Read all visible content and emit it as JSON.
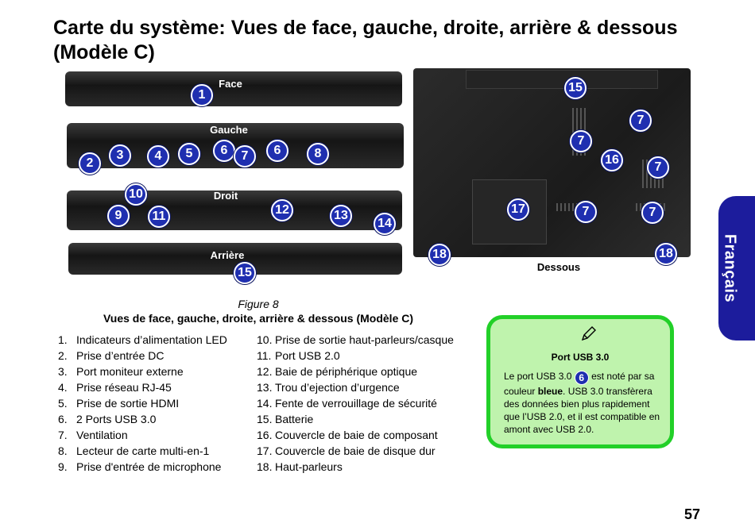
{
  "title": "Carte du système: Vues de face, gauche, droite, arrière & dessous (Modèle C)",
  "views": {
    "face": "Face",
    "gauche": "Gauche",
    "droit": "Droit",
    "arriere": "Arrière",
    "dessous": "Dessous"
  },
  "callouts": {
    "face": [
      "1"
    ],
    "gauche": [
      "2",
      "3",
      "4",
      "5",
      "6",
      "7",
      "6",
      "8"
    ],
    "droit": [
      "10",
      "9",
      "11",
      "12",
      "13",
      "14"
    ],
    "arriere": [
      "15"
    ],
    "dessous": [
      "15",
      "7",
      "7",
      "16",
      "7",
      "17",
      "7",
      "7",
      "18",
      "18"
    ]
  },
  "figure": {
    "number": "Figure 8",
    "caption": "Vues de face, gauche, droite, arrière & dessous (Modèle C)"
  },
  "legend_left": [
    {
      "num": "1.",
      "label": "Indicateurs d’alimentation LED"
    },
    {
      "num": "2.",
      "label": "Prise d’entrée DC"
    },
    {
      "num": "3.",
      "label": "Port moniteur externe"
    },
    {
      "num": "4.",
      "label": "Prise réseau RJ-45"
    },
    {
      "num": "5.",
      "label": "Prise de sortie HDMI"
    },
    {
      "num": "6.",
      "label": "2 Ports USB 3.0"
    },
    {
      "num": "7.",
      "label": "Ventilation"
    },
    {
      "num": "8.",
      "label": "Lecteur de carte multi-en-1"
    },
    {
      "num": "9.",
      "label": "Prise d'entrée de microphone"
    }
  ],
  "legend_right": [
    {
      "num": "10.",
      "label": "Prise de sortie haut-parleurs/casque"
    },
    {
      "num": "11.",
      "label": "Port USB 2.0"
    },
    {
      "num": "12.",
      "label": "Baie de périphérique optique"
    },
    {
      "num": "13.",
      "label": "Trou d’ejection d’urgence"
    },
    {
      "num": "14.",
      "label": "Fente de verrouillage de sécurité"
    },
    {
      "num": "15.",
      "label": "Batterie"
    },
    {
      "num": "16.",
      "label": "Couvercle de baie de composant"
    },
    {
      "num": "17.",
      "label": "Couvercle de baie de disque dur"
    },
    {
      "num": "18.",
      "label": "Haut-parleurs"
    }
  ],
  "note": {
    "heading": "Port USB 3.0",
    "text_before": "Le port USB 3.0",
    "badge": "6",
    "text_middle": "est noté par sa couleur",
    "bold_word": "bleue",
    "text_after": ". USB 3.0 transfèrera des données bien plus rapidement que l’USB 2.0, et il est compatible en amont avec USB 2.0.",
    "icon": "pen-icon"
  },
  "side_tab": "Français",
  "page_number": "57",
  "colors": {
    "callout_blue": "#1f2fb0",
    "note_bg": "#bff3ad",
    "note_border": "#22d028",
    "tab_blue": "#1c1c9c"
  }
}
